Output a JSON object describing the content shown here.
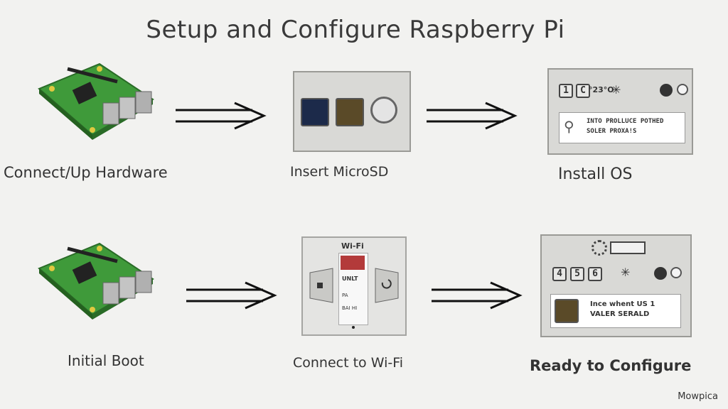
{
  "title": "Setup and Configure Raspberry Pi",
  "steps": [
    {
      "label": "Connect/Up Hardware"
    },
    {
      "label": "Insert MicroSD"
    },
    {
      "label": "Install OS"
    },
    {
      "label": "Initial Boot"
    },
    {
      "label": "Connect to Wi-Fi"
    },
    {
      "label": "Ready to Configure"
    }
  ],
  "install_panel": {
    "buttons": [
      "1",
      "C"
    ],
    "readout": "°23°O",
    "search_line1": "INTO PROLLUCE POTHED",
    "search_line2": "SOLER PROXA!S"
  },
  "wifi_panel": {
    "title": "Wi-Fi",
    "card_text": [
      "UNLT",
      "PA",
      "BAI HI"
    ]
  },
  "ready_panel": {
    "buttons": [
      "4",
      "5",
      "6"
    ],
    "line1": "Ince whent US 1",
    "line2": "VALER SERALD"
  },
  "watermark": "Mowpica",
  "colors": {
    "board": "#3f9a3a",
    "background": "#f2f2f0",
    "panel": "#d9d9d6"
  }
}
